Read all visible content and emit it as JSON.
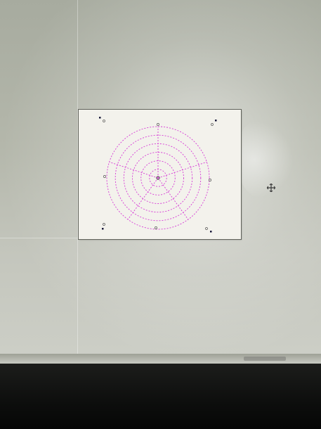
{
  "screen": {
    "background": "#b4b7ab",
    "accent_color": "#d63bd6"
  },
  "drawing": {
    "target_rings": 6,
    "spokes": 5,
    "line_style": "dashed",
    "line_color": "#d63bd6",
    "sheet_color": "#f3f2ec",
    "markers": [
      "corner-marker",
      "corner-marker",
      "corner-marker",
      "corner-marker"
    ]
  },
  "icons": {
    "cursor": "move-cursor-icon"
  }
}
